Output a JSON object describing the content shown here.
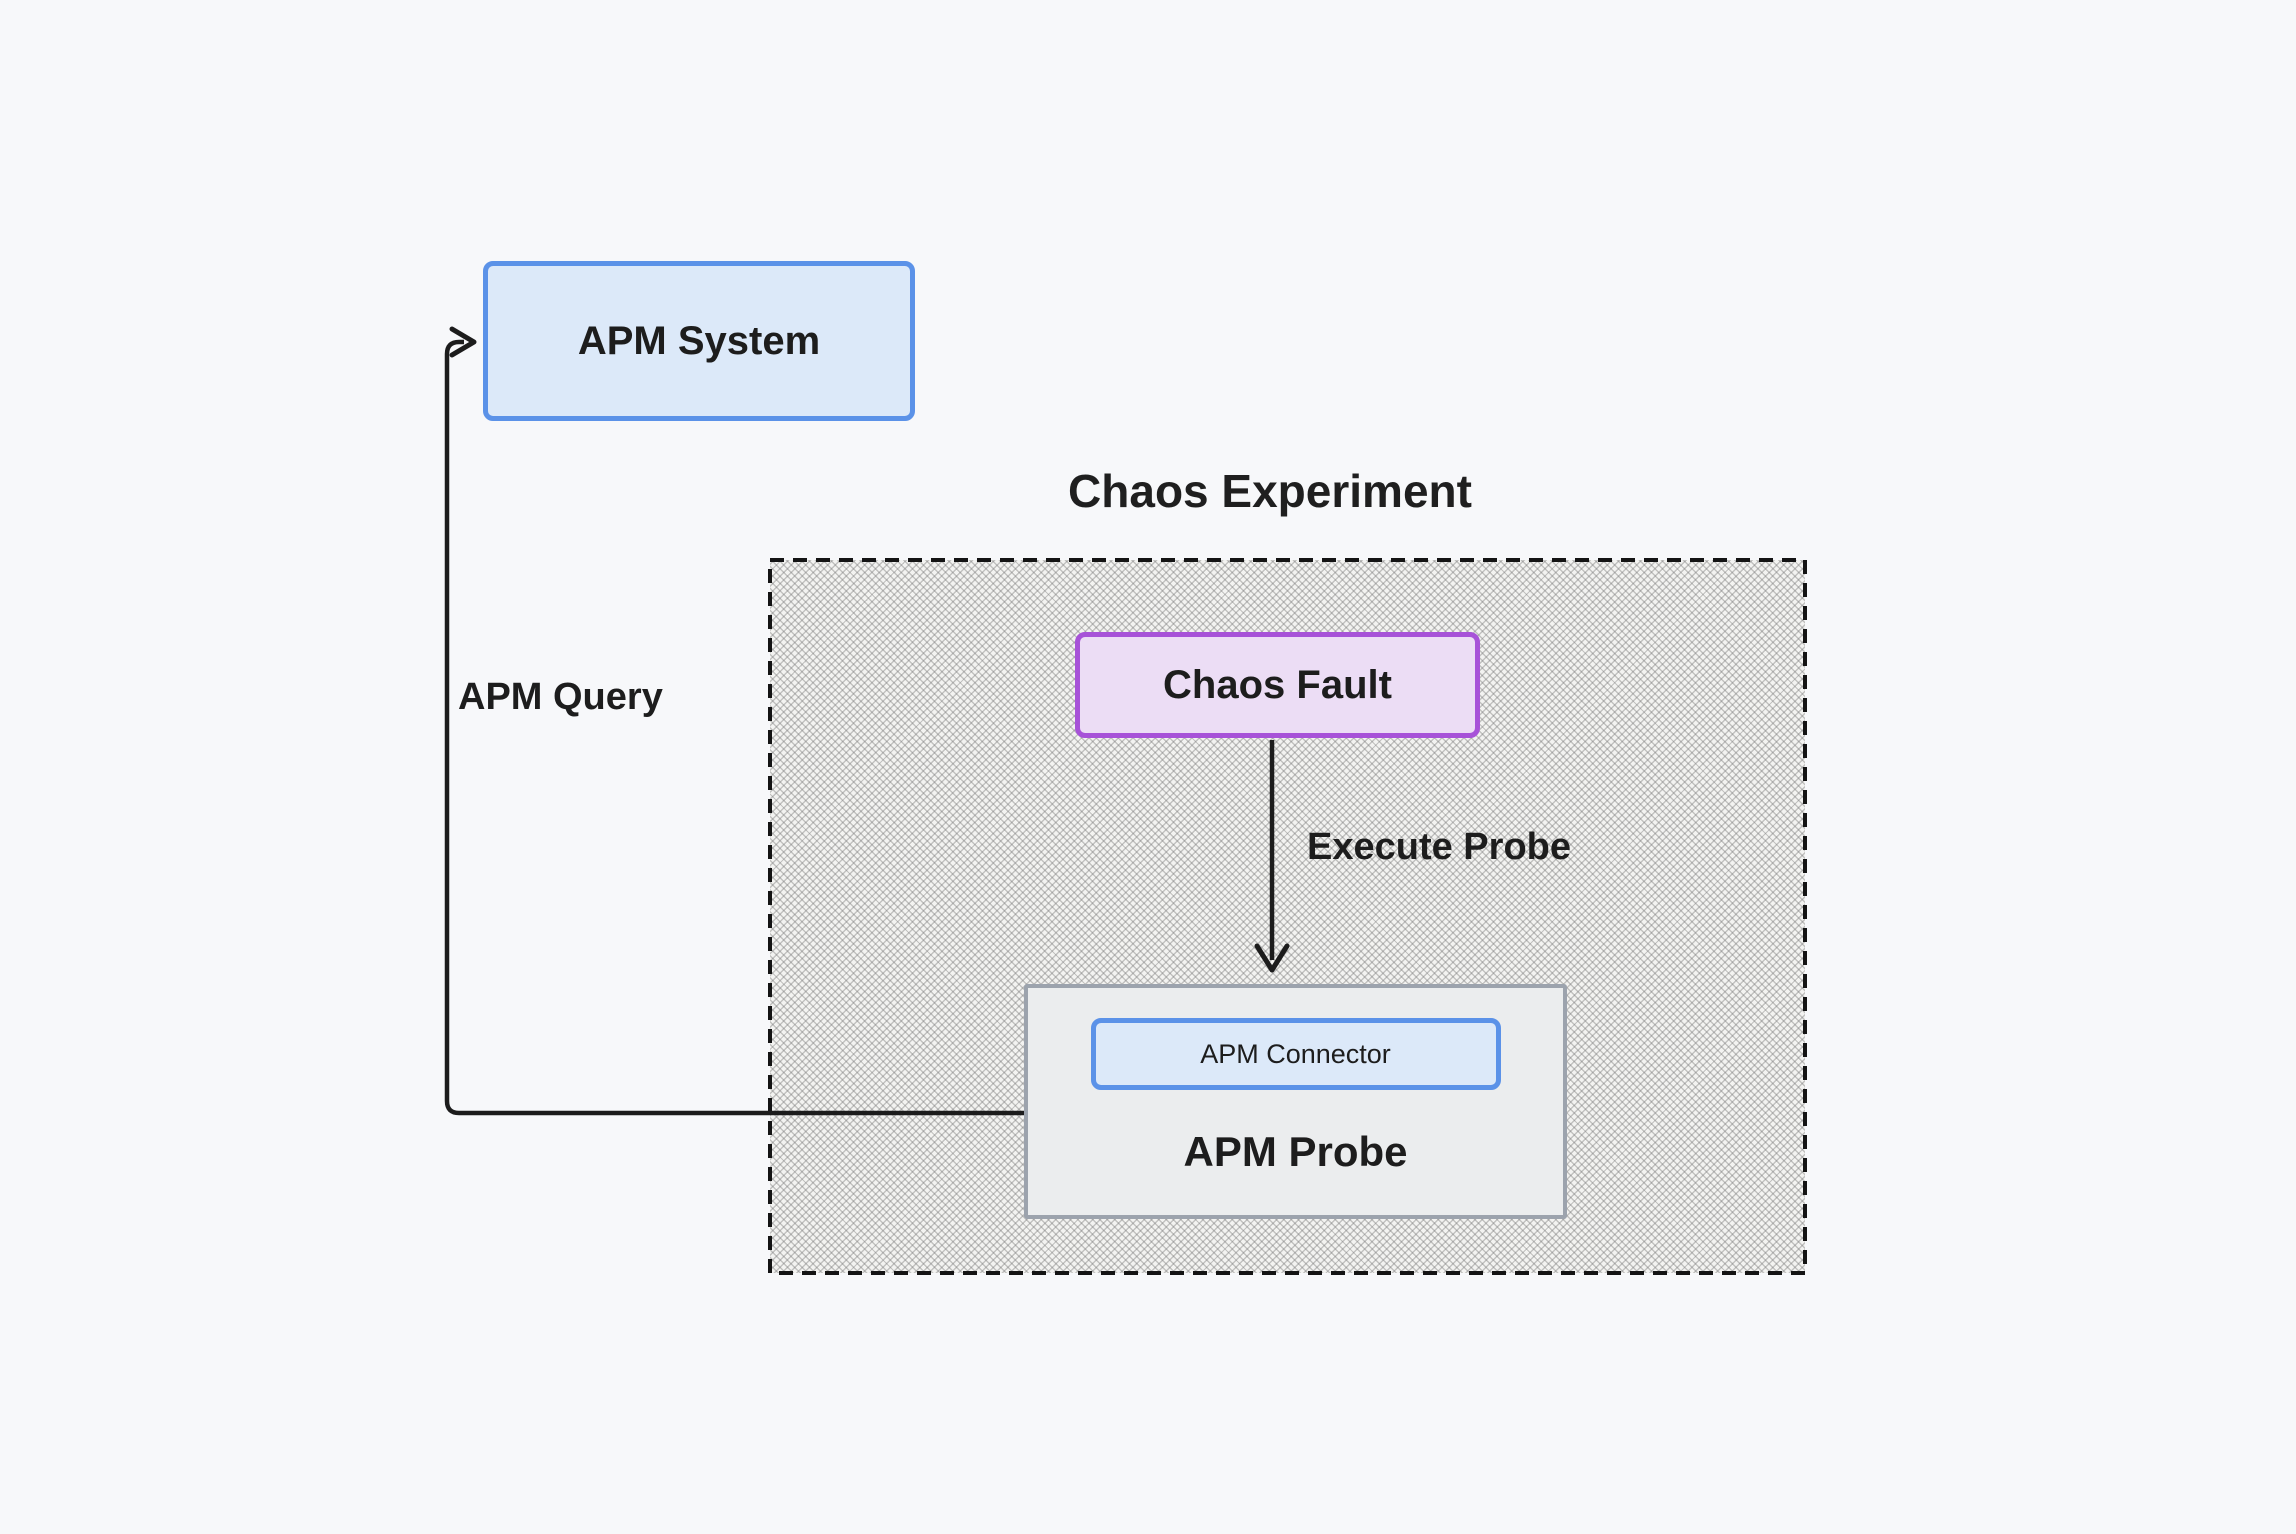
{
  "diagram": {
    "kind": "architecture-diagram"
  },
  "groups": {
    "chaos_experiment": {
      "title": "Chaos Experiment"
    }
  },
  "nodes": {
    "apm_system": {
      "label": "APM System"
    },
    "chaos_fault": {
      "label": "Chaos Fault"
    },
    "apm_probe": {
      "label": "APM Probe"
    },
    "apm_connector": {
      "label": "APM Connector"
    }
  },
  "edges": {
    "execute_probe": {
      "label": "Execute Probe",
      "from": "Chaos Fault",
      "to": "APM Probe"
    },
    "apm_query": {
      "label": "APM Query",
      "from": "APM Connector",
      "to": "APM System"
    }
  },
  "colors": {
    "background": "#f7f8fa",
    "blue_border": "#5b92e8",
    "blue_fill": "#dce9f9",
    "purple_border": "#a752d8",
    "purple_fill": "#ecddf5",
    "gray_border": "#9ca3ad",
    "gray_fill": "#ebedee",
    "hatch_bg": "#f3f3f1",
    "line": "#1c1c1c",
    "text": "#1d1d1d"
  }
}
